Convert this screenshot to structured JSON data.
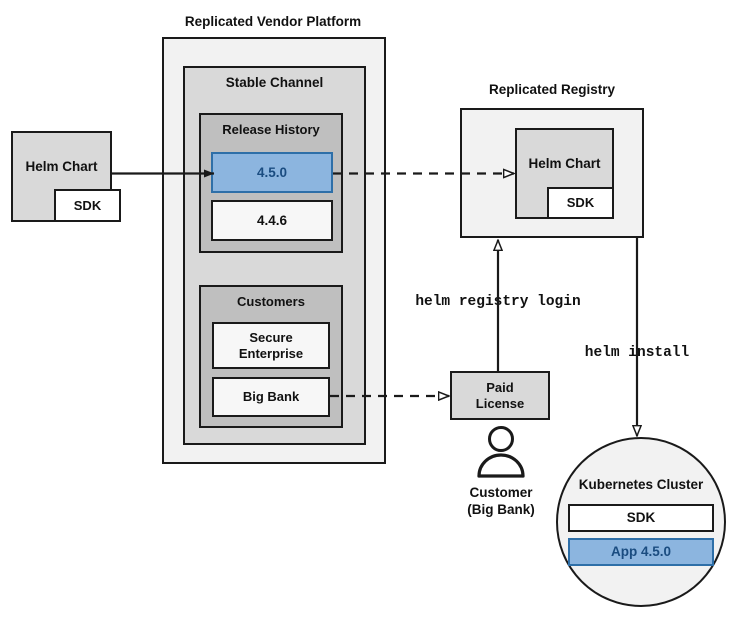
{
  "diagram": {
    "title_vendor_platform": "Replicated Vendor Platform",
    "title_registry": "Replicated Registry",
    "label_customer": "Customer",
    "label_customer_sub": "(Big Bank)",
    "commands": {
      "registry_login": "helm registry login",
      "install": "helm install"
    }
  },
  "source_chart": {
    "label": "Helm Chart",
    "sdk_label": "SDK"
  },
  "vendor_platform": {
    "channel": {
      "label": "Stable Channel",
      "release_history": {
        "label": "Release History",
        "releases": [
          {
            "version": "4.5.0",
            "highlighted": true
          },
          {
            "version": "4.4.6",
            "highlighted": false
          }
        ]
      },
      "customers": {
        "label": "Customers",
        "entries": [
          {
            "name": "Secure\nEnterprise"
          },
          {
            "name": "Big Bank"
          }
        ]
      }
    }
  },
  "registry": {
    "chart": {
      "label": "Helm Chart",
      "sdk_label": "SDK"
    }
  },
  "license": {
    "label": "Paid\nLicense"
  },
  "cluster": {
    "label": "Kubernetes Cluster",
    "components": [
      {
        "name": "SDK",
        "highlighted": false
      },
      {
        "name": "App 4.5.0",
        "highlighted": true
      }
    ]
  },
  "colors": {
    "accent_fill": "#8CB5DF",
    "accent_stroke": "#2E6FA8",
    "accent_text": "#1A4C80",
    "stroke": "#1a1a1a",
    "fill_lightest": "#f2f2f2",
    "fill_light": "#d9d9d9",
    "fill_mid": "#bfbfbf",
    "fill_white": "#ffffff"
  }
}
